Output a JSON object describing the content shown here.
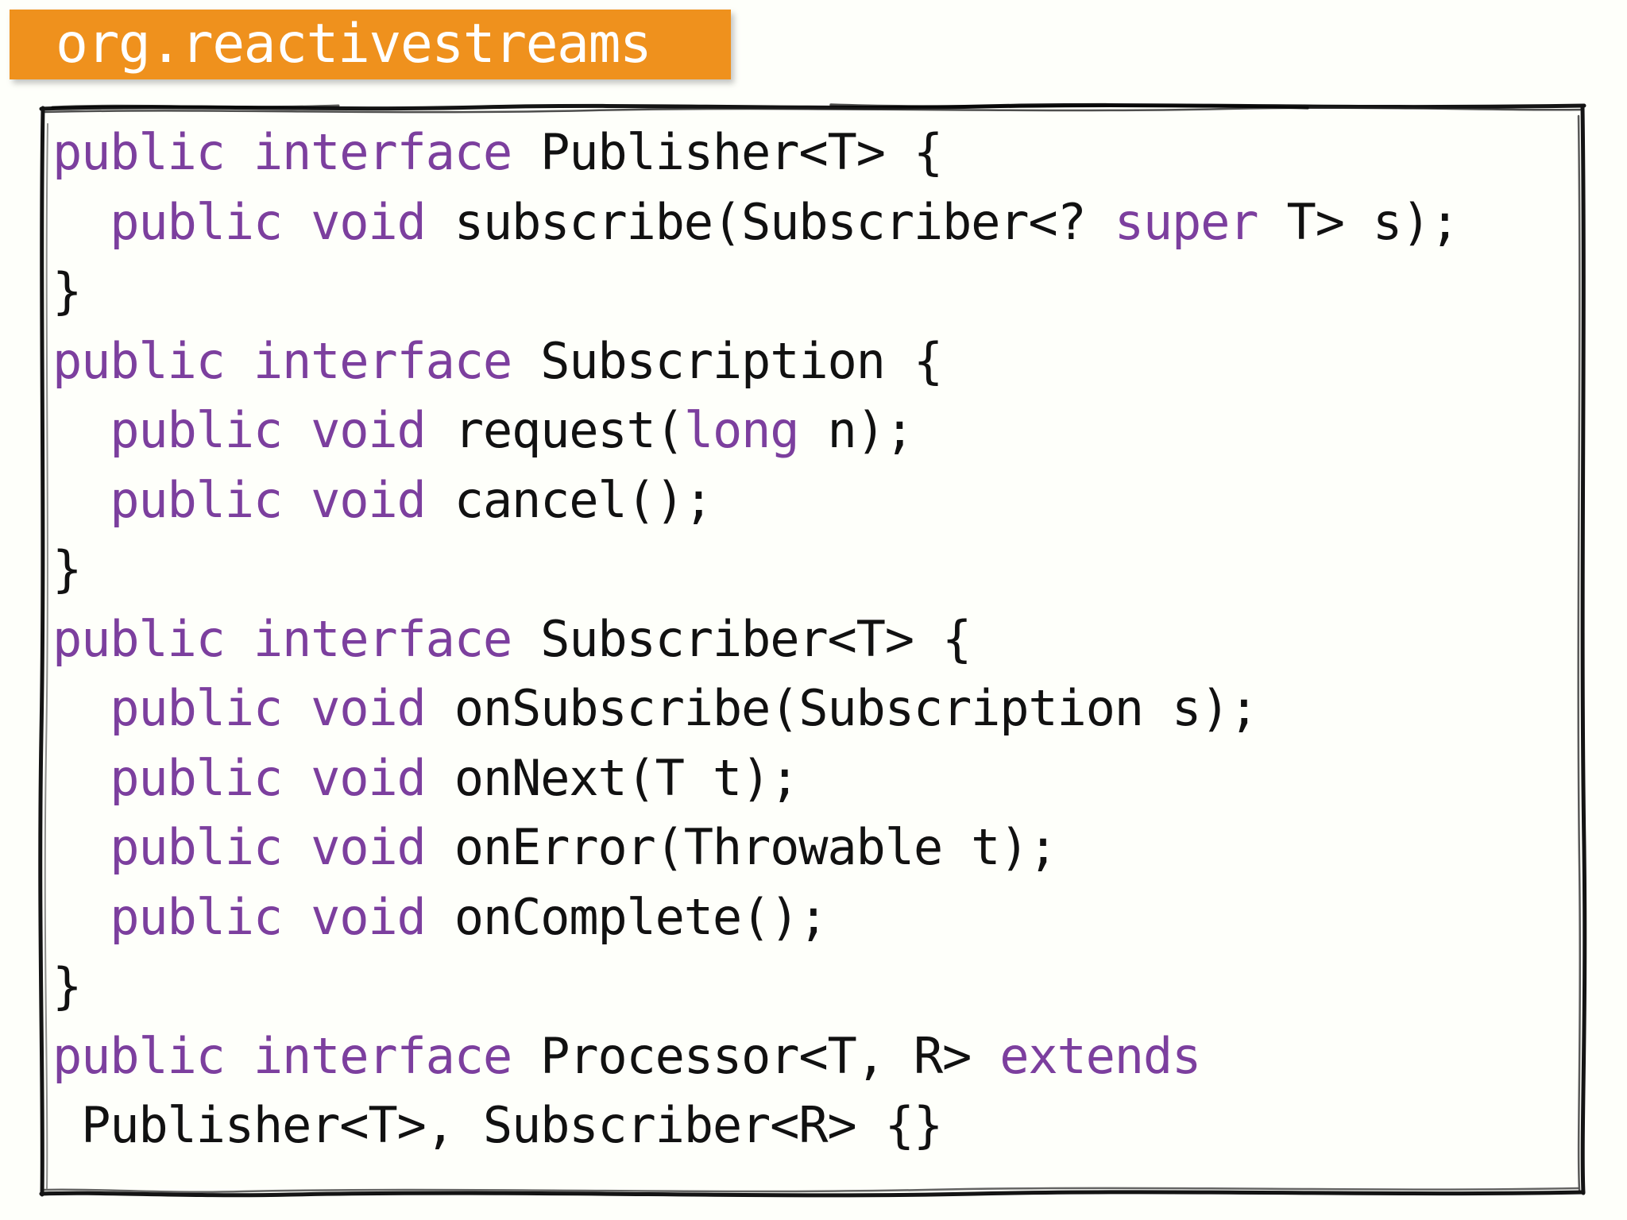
{
  "slide": {
    "background_color": "#FEFFFA",
    "title": "org.reactivestreams",
    "accent_color": "#EF911D",
    "keyword_color": "#7C3F9E",
    "text_color": "#111111"
  },
  "code": {
    "language": "java",
    "lines": [
      [
        {
          "t": "public interface ",
          "k": true
        },
        {
          "t": "Publisher<T> {",
          "k": false
        }
      ],
      [
        {
          "t": "  public void ",
          "k": true
        },
        {
          "t": "subscribe(Subscriber<? ",
          "k": false
        },
        {
          "t": "super ",
          "k": true
        },
        {
          "t": "T> s);",
          "k": false
        }
      ],
      [
        {
          "t": "}",
          "k": false
        }
      ],
      [
        {
          "t": "public interface ",
          "k": true
        },
        {
          "t": "Subscription {",
          "k": false
        }
      ],
      [
        {
          "t": "  public void ",
          "k": true
        },
        {
          "t": "request(",
          "k": false
        },
        {
          "t": "long",
          "k": true
        },
        {
          "t": " n);",
          "k": false
        }
      ],
      [
        {
          "t": "  public void ",
          "k": true
        },
        {
          "t": "cancel();",
          "k": false
        }
      ],
      [
        {
          "t": "}",
          "k": false
        }
      ],
      [
        {
          "t": "public interface ",
          "k": true
        },
        {
          "t": "Subscriber<T> {",
          "k": false
        }
      ],
      [
        {
          "t": "  public void ",
          "k": true
        },
        {
          "t": "onSubscribe(Subscription s);",
          "k": false
        }
      ],
      [
        {
          "t": "  public void ",
          "k": true
        },
        {
          "t": "onNext(T t);",
          "k": false
        }
      ],
      [
        {
          "t": "  public void ",
          "k": true
        },
        {
          "t": "onError(Throwable t);",
          "k": false
        }
      ],
      [
        {
          "t": "  public void ",
          "k": true
        },
        {
          "t": "onComplete();",
          "k": false
        }
      ],
      [
        {
          "t": "}",
          "k": false
        }
      ],
      [
        {
          "t": "public interface ",
          "k": true
        },
        {
          "t": "Processor<T, R> ",
          "k": false
        },
        {
          "t": "extends",
          "k": true
        }
      ],
      [
        {
          "t": " Publisher<T>, Subscriber<R> {}",
          "k": false
        }
      ]
    ]
  }
}
